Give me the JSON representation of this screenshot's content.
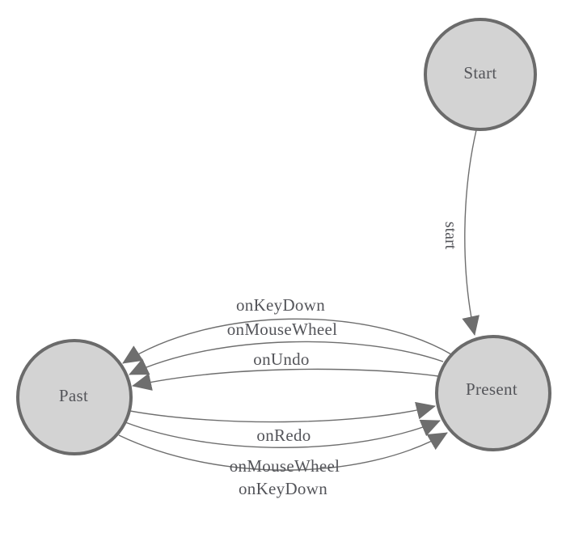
{
  "diagram": {
    "type": "state-machine",
    "colors": {
      "background": "#ffffff",
      "node_fill": "#d3d3d3",
      "node_border": "#6b6b6b",
      "edge": "#6e6e6e",
      "arrow": "#6e6e6e",
      "text": "#54555a"
    },
    "icons": {
      "arrowhead": "filled-triangle"
    },
    "nodes": [
      {
        "id": "start",
        "label": "Start"
      },
      {
        "id": "present",
        "label": "Present"
      },
      {
        "id": "past",
        "label": "Past"
      }
    ],
    "edges": [
      {
        "from": "Start",
        "to": "Present",
        "label": "start"
      },
      {
        "from": "Present",
        "to": "Past",
        "label": "onKeyDown"
      },
      {
        "from": "Present",
        "to": "Past",
        "label": "onMouseWheel"
      },
      {
        "from": "Present",
        "to": "Past",
        "label": "onUndo"
      },
      {
        "from": "Past",
        "to": "Present",
        "label": "onRedo"
      },
      {
        "from": "Past",
        "to": "Present",
        "label": "onMouseWheel"
      },
      {
        "from": "Past",
        "to": "Present",
        "label": "onKeyDown"
      }
    ]
  }
}
